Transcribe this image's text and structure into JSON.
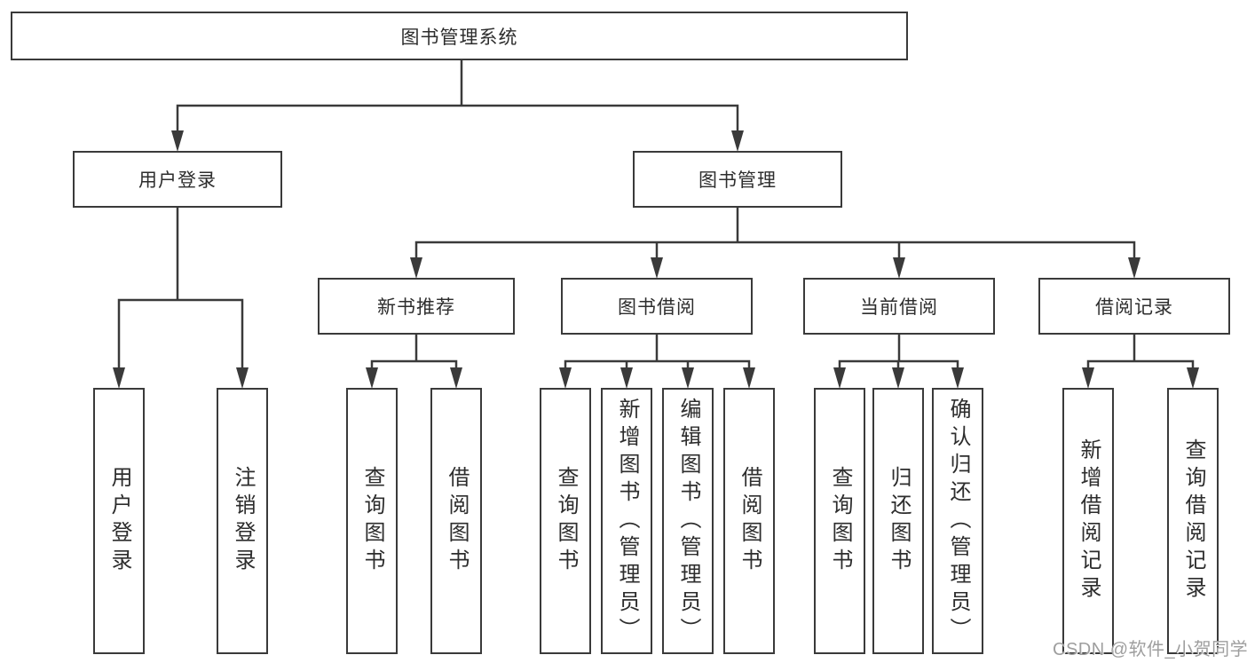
{
  "tree": {
    "label": "图书管理系统",
    "children": [
      {
        "label": "用户登录",
        "children": [
          {
            "label": "用户登录"
          },
          {
            "label": "注销登录"
          }
        ]
      },
      {
        "label": "图书管理",
        "children": [
          {
            "label": "新书推荐",
            "children": [
              {
                "label": "查询图书"
              },
              {
                "label": "借阅图书"
              }
            ]
          },
          {
            "label": "图书借阅",
            "children": [
              {
                "label": "查询图书"
              },
              {
                "label": "新增图书（管理员）"
              },
              {
                "label": "编辑图书（管理员）"
              },
              {
                "label": "借阅图书"
              }
            ]
          },
          {
            "label": "当前借阅",
            "children": [
              {
                "label": "查询图书"
              },
              {
                "label": "归还图书"
              },
              {
                "label": "确认归还（管理员）"
              }
            ]
          },
          {
            "label": "借阅记录",
            "children": [
              {
                "label": "新增借阅记录"
              },
              {
                "label": "查询借阅记录"
              }
            ]
          }
        ]
      }
    ]
  },
  "watermark": {
    "text": "CSDN @软件_小贺同学"
  },
  "colors": {
    "line": "#3a3a3a",
    "box_border": "#3a3a3a",
    "box_fill": "#ffffff",
    "text": "#2d2d2d",
    "watermark": "#9e9e9e"
  }
}
